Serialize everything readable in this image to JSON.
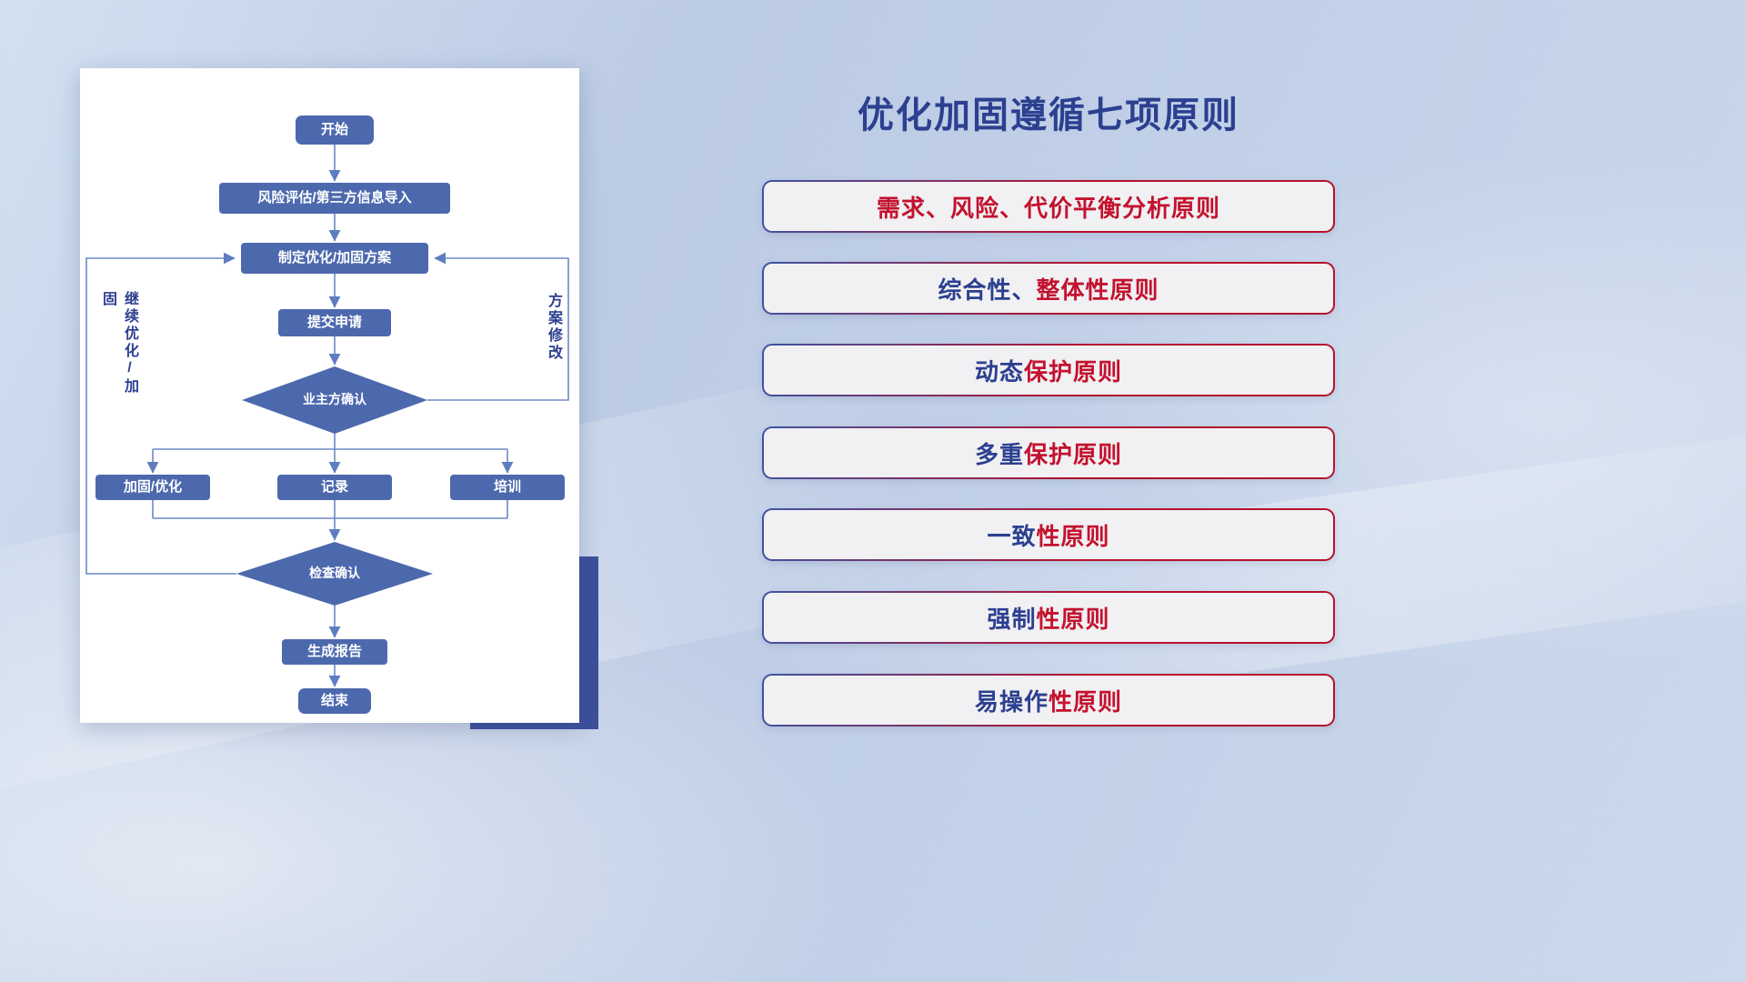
{
  "colors": {
    "node-fill": "#4d69ae",
    "line": "#6d89c6",
    "accent-blue": "#2c3f90",
    "accent-red": "#c3122f",
    "navy": "#3c4f9b"
  },
  "flow": {
    "nodes": {
      "start": "开始",
      "risk": "风险评估/第三方信息导入",
      "plan": "制定优化/加固方案",
      "submit": "提交申请",
      "owner_confirm": "业主方确认",
      "harden": "加固/优化",
      "record": "记录",
      "training": "培训",
      "check_confirm": "检查确认",
      "report": "生成报告",
      "end": "结束"
    },
    "labels": {
      "left_loop": "继续优化/加固",
      "right_loop": "方案修改"
    }
  },
  "principles": {
    "title": "优化加固遵循七项原则",
    "items": [
      {
        "prefix": "",
        "suffix": "需求、风险、代价平衡分析原则"
      },
      {
        "prefix": "综合性、",
        "suffix": "整体性原则"
      },
      {
        "prefix": "动态",
        "suffix": "保护原则"
      },
      {
        "prefix": "多重",
        "suffix": "保护原则"
      },
      {
        "prefix": "一致",
        "suffix": "性原则"
      },
      {
        "prefix": "强制",
        "suffix": "性原则"
      },
      {
        "prefix": "易操作",
        "suffix": "性原则"
      }
    ]
  }
}
